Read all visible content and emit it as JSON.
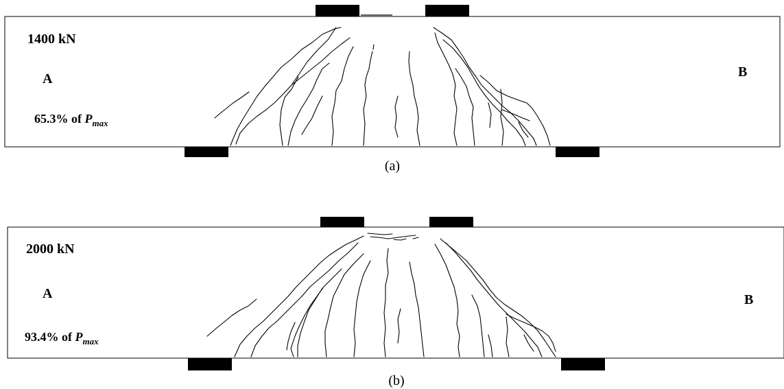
{
  "panels": [
    {
      "load": "1400 kN",
      "end_left": "A",
      "end_right": "B",
      "ratio_prefix": "65.3% of ",
      "ratio_symbol": "P",
      "ratio_subscript": "max",
      "caption": "(a)"
    },
    {
      "load": "2000 kN",
      "end_left": "A",
      "end_right": "B",
      "ratio_prefix": "93.4% of ",
      "ratio_symbol": "P",
      "ratio_subscript": "max",
      "caption": "(b)"
    }
  ],
  "colors": {
    "ink": "#000000",
    "background": "#ffffff"
  }
}
